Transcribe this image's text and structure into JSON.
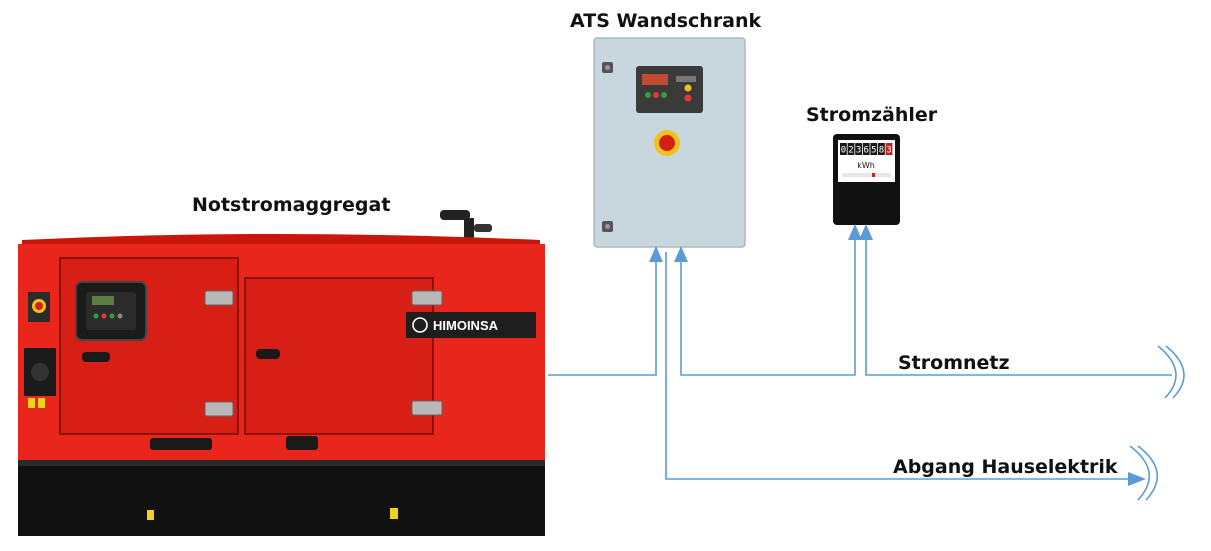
{
  "labels": {
    "generator": "Notstromaggregat",
    "ats": "ATS Wandschrank",
    "meter": "Stromzähler",
    "grid": "Stromnetz",
    "house": "Abgang Hauselektrik"
  },
  "generator": {
    "brand": "HIMOINSA"
  },
  "meter": {
    "digits": [
      "0",
      "2",
      "3",
      "6",
      "5",
      "8",
      "3"
    ],
    "unit": "kWh"
  },
  "colors": {
    "generator_red": "#e8261c",
    "generator_base": "#111111",
    "ats_cabinet": "#c8d7de",
    "line_blue": "#5b9bd5",
    "meter_body": "#111111"
  }
}
